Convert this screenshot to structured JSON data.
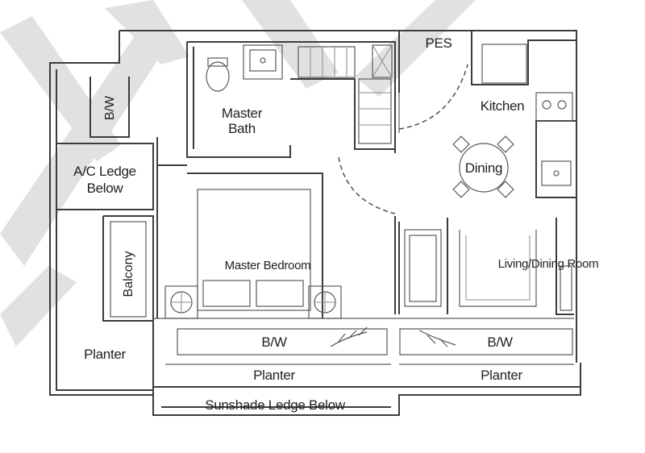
{
  "rooms": {
    "pes": "PES",
    "kitchen": "Kitchen",
    "master_bath_line1": "Master",
    "master_bath_line2": "Bath",
    "dining": "Dining",
    "bw_left": "B/W",
    "ac_ledge_line1": "A/C Ledge",
    "ac_ledge_line2": "Below",
    "balcony": "Balcony",
    "master_bedroom": "Master Bedroom",
    "living_room": "Living/Dining Room",
    "planter_left": "Planter",
    "bw_bottom_left": "B/W",
    "bw_bottom_right": "B/W",
    "planter_bottom_left": "Planter",
    "planter_bottom_right": "Planter",
    "sunshade_ledge": "Sunshade Ledge Below"
  },
  "colors": {
    "wall": "#3c3c3c",
    "watermark": "#d9d9d9",
    "background": "#ffffff"
  }
}
